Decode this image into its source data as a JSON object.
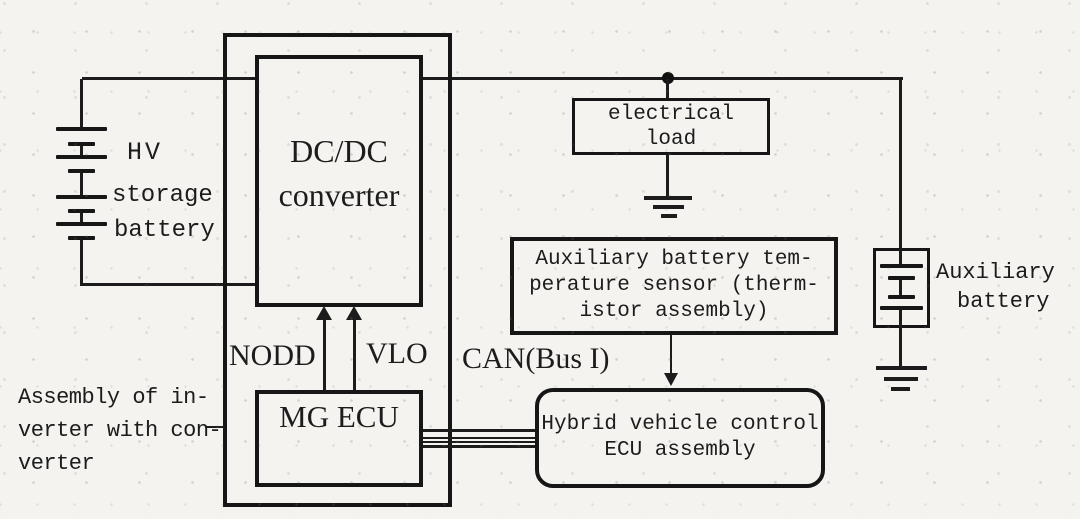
{
  "colors": {
    "ink": "#1c1c1c",
    "paper": "#f4f3f0"
  },
  "blocks": {
    "dcdc_converter": {
      "line1": "DC/DC",
      "line2": "converter"
    },
    "mg_ecu": {
      "label": "MG ECU"
    },
    "electrical_load": {
      "line1": "electrical",
      "line2": "load"
    },
    "aux_temp_sensor": {
      "line1": "Auxiliary battery tem-",
      "line2": "perature sensor (therm-",
      "line3": "istor assembly)"
    },
    "hybrid_ecu": {
      "line1": "Hybrid vehicle control",
      "line2": "ECU assembly"
    }
  },
  "labels": {
    "hv_battery": {
      "line1": "HV",
      "line2": "storage",
      "line3": "battery"
    },
    "aux_battery": {
      "line1": "Auxiliary",
      "line2": "battery"
    },
    "assembly_note": {
      "line1": "Assembly of in-",
      "line2": "verter with con-",
      "line3": "verter"
    },
    "signal_nodd": "NODD",
    "signal_vlo": "VLO",
    "can_bus": "CAN(Bus I)"
  }
}
